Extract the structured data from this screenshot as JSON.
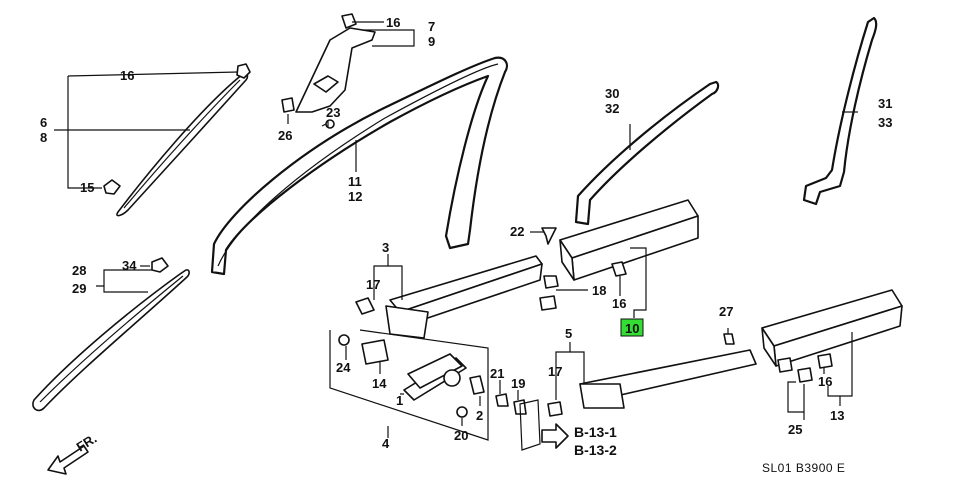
{
  "labels": {
    "l16a": "16",
    "l7": "7",
    "l9": "9",
    "l16b": "16",
    "l6": "6",
    "l8": "8",
    "l15": "15",
    "l26": "26",
    "l23": "23",
    "l11": "11",
    "l12": "12",
    "l30": "30",
    "l32": "32",
    "l31": "31",
    "l33": "33",
    "l22": "22",
    "l3": "3",
    "l17a": "17",
    "l18": "18",
    "l16c": "16",
    "l10": "10",
    "l28": "28",
    "l29": "29",
    "l34": "34",
    "l24": "24",
    "l14": "14",
    "l1": "1",
    "l4": "4",
    "l20": "20",
    "l21": "21",
    "l19": "19",
    "l2": "2",
    "l5": "5",
    "l17b": "17",
    "l27": "27",
    "l25": "25",
    "l16d": "16",
    "l13": "13"
  },
  "refs": {
    "b1": "B-13-1",
    "b2": "B-13-2"
  },
  "direction": "FR.",
  "diagram_code": "SL01  B3900 E",
  "highlight_color": "#33dd33"
}
